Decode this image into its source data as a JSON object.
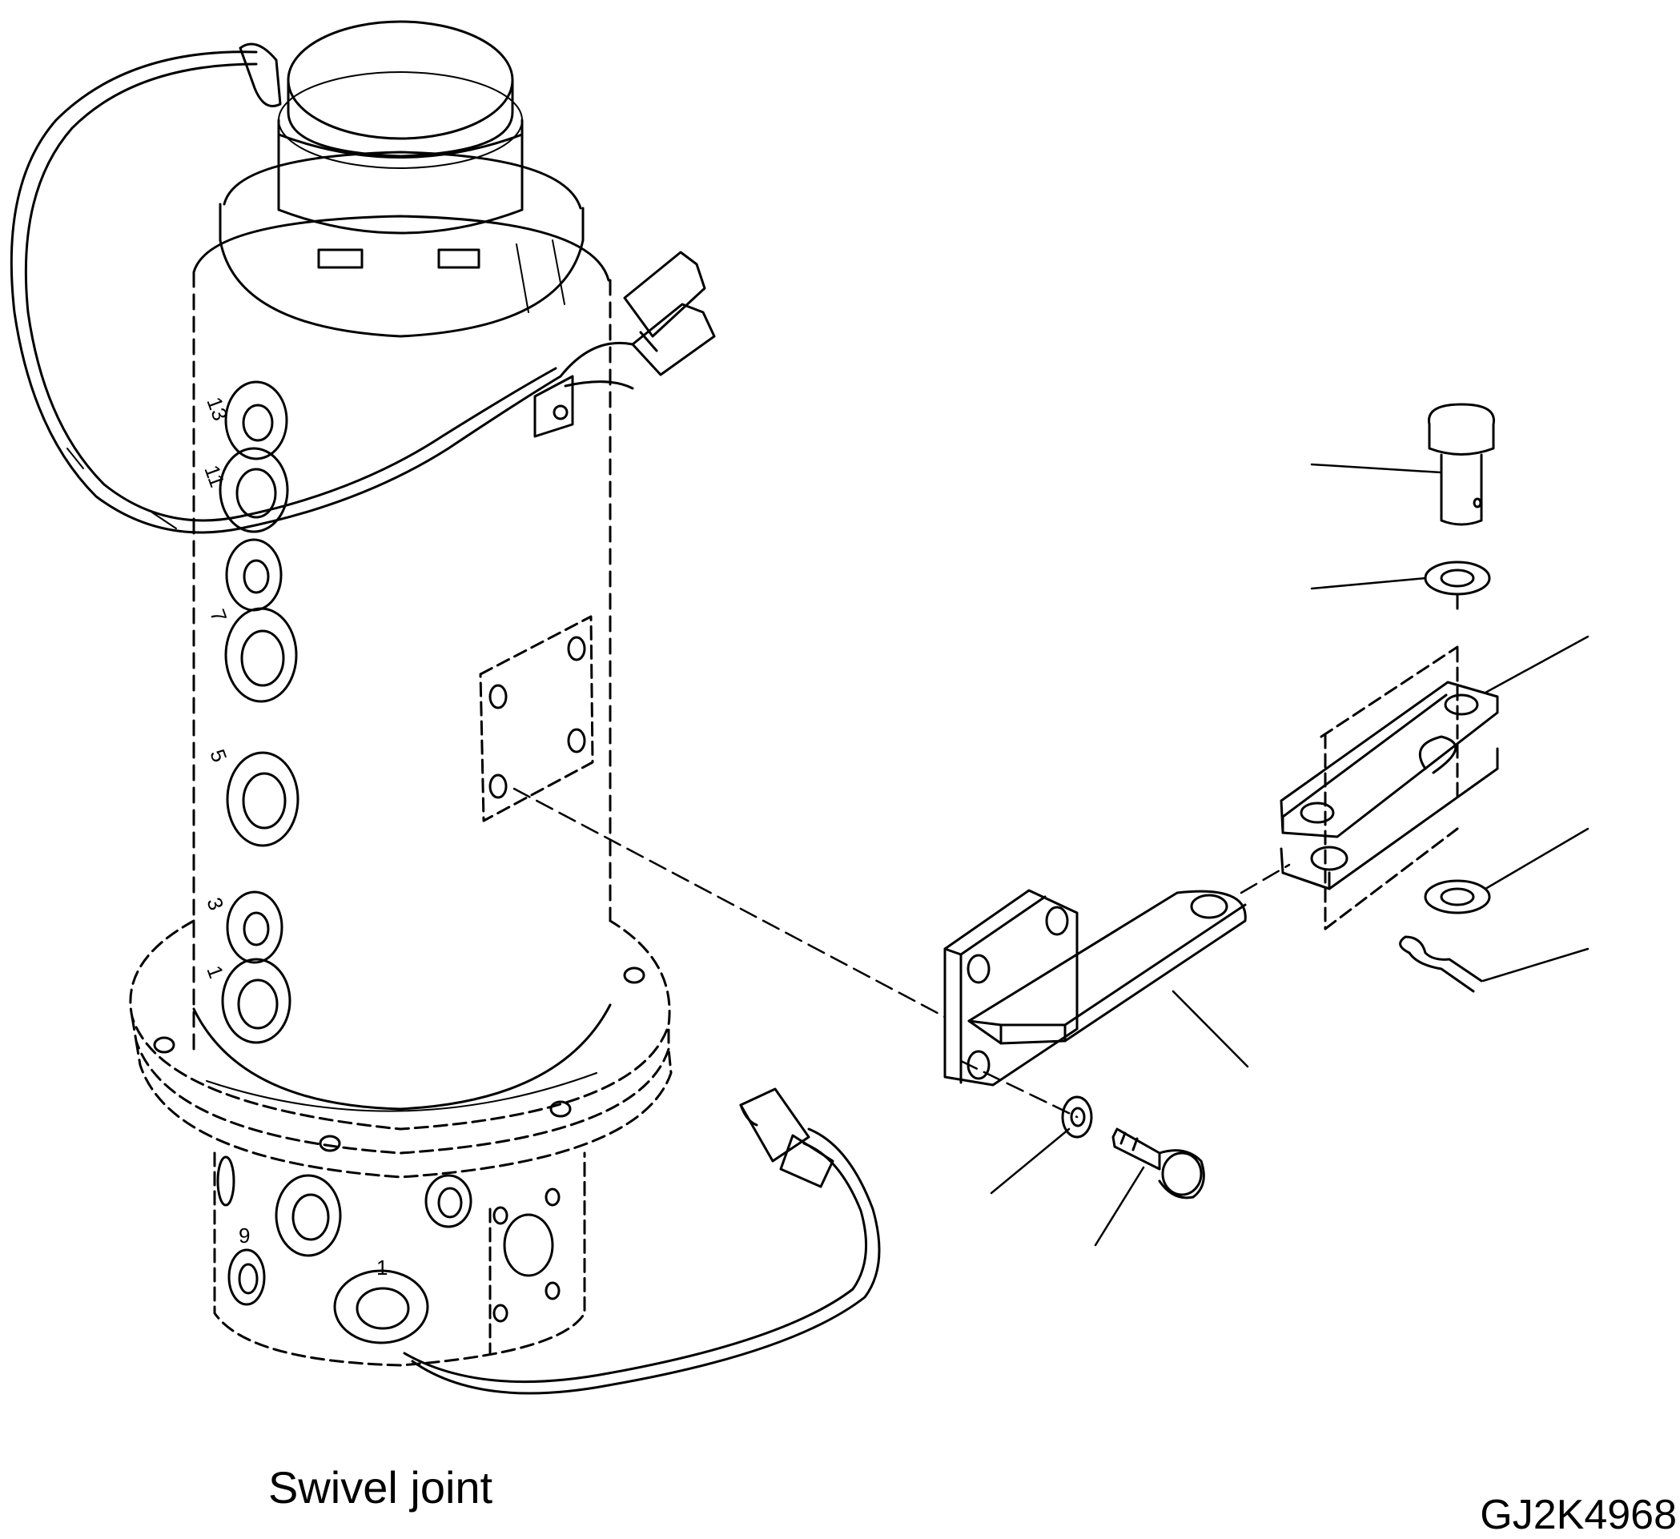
{
  "caption": "Swivel joint",
  "drawing_code": "GJ2K4968",
  "port_labels": {
    "p13": "13",
    "p11": "11",
    "p7": "7",
    "p5": "5",
    "p3": "3",
    "p1": "1",
    "base9": "9",
    "base1": "1"
  },
  "colors": {
    "line": "#000000",
    "background": "#ffffff"
  }
}
